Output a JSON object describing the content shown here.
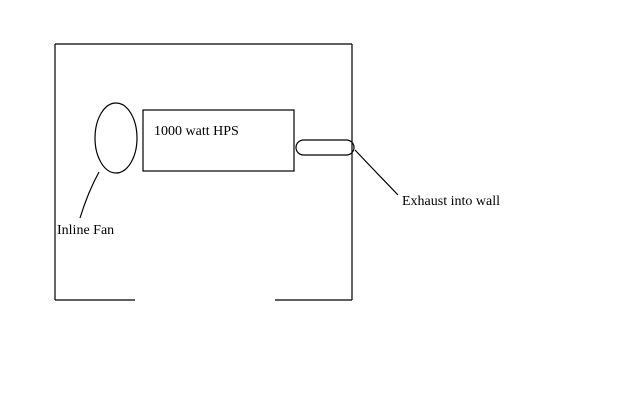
{
  "diagram": {
    "labels": {
      "lamp": "1000 watt HPS",
      "fan": "Inline Fan",
      "exhaust": "Exhaust into wall"
    },
    "colors": {
      "background": "#ffffff",
      "ink": "#000000"
    }
  }
}
